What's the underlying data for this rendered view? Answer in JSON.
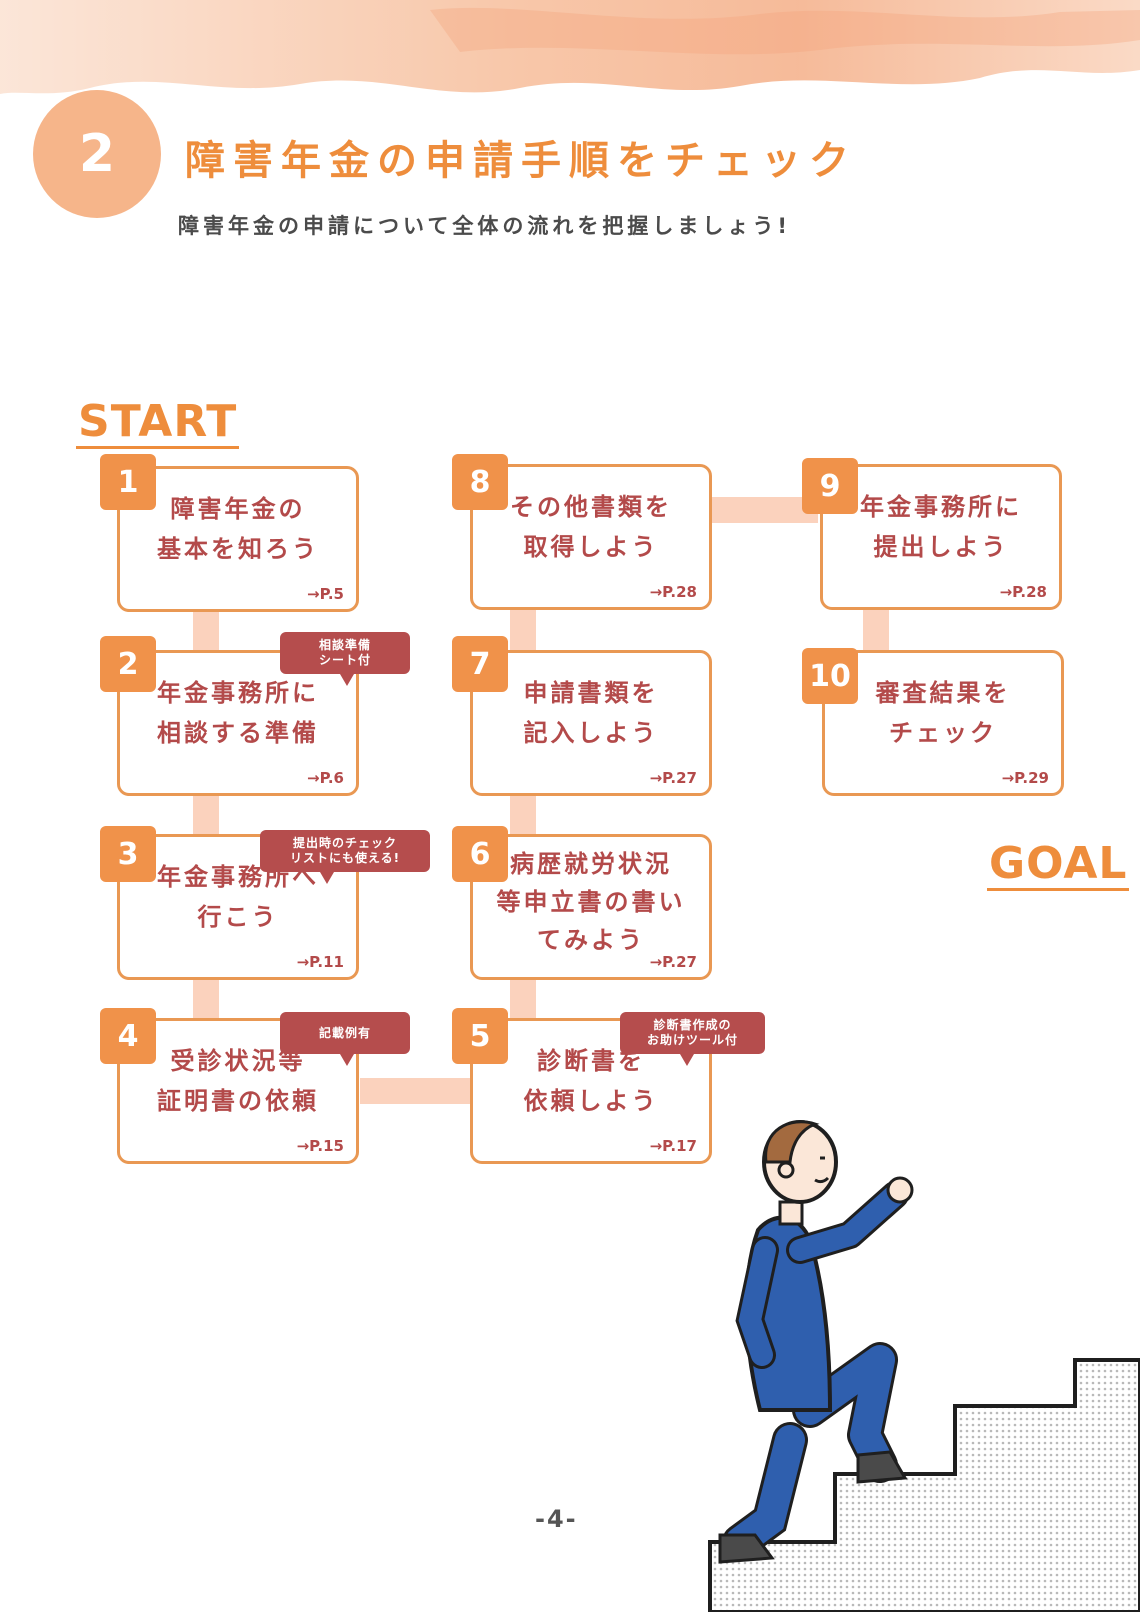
{
  "section": {
    "number": "2",
    "title": "障害年金の申請手順をチェック",
    "subtitle": "障害年金の申請について全体の流れを把握しましょう!"
  },
  "flow": {
    "start_label": "START",
    "goal_label": "GOAL"
  },
  "steps": [
    {
      "number": "1",
      "line1": "障害年金の",
      "line2": "基本を知ろう",
      "page": "→P.5"
    },
    {
      "number": "2",
      "line1": "年金事務所に",
      "line2": "相談する準備",
      "page": "→P.6",
      "tip_line1": "相談準備",
      "tip_line2": "シート付"
    },
    {
      "number": "3",
      "line1": "年金事務所へ",
      "line2": "行こう",
      "page": "→P.11",
      "tip_line1": "提出時のチェック",
      "tip_line2": "リストにも使える!"
    },
    {
      "number": "4",
      "line1": "受診状況等",
      "line2": "証明書の依頼",
      "page": "→P.15",
      "tip_line1": "記載例有"
    },
    {
      "number": "5",
      "line1": "診断書を",
      "line2": "依頼しよう",
      "page": "→P.17",
      "tip_line1": "診断書作成の",
      "tip_line2": "お助けツール付"
    },
    {
      "number": "6",
      "line1": "病歴就労状況",
      "line2": "等申立書の書い",
      "line3": "てみよう",
      "page": "→P.27"
    },
    {
      "number": "7",
      "line1": "申請書類を",
      "line2": "記入しよう",
      "page": "→P.27"
    },
    {
      "number": "8",
      "line1": "その他書類を",
      "line2": "取得しよう",
      "page": "→P.28"
    },
    {
      "number": "9",
      "line1": "年金事務所に",
      "line2": "提出しよう",
      "page": "→P.28"
    },
    {
      "number": "10",
      "line1": "審査結果を",
      "line2": "チェック",
      "page": "→P.29"
    }
  ],
  "footer": {
    "page_number": "-4-"
  },
  "colors": {
    "accent_orange": "#ee8d3c",
    "badge_orange": "#f0924a",
    "card_text_red": "#b34a4a",
    "tip_red": "#b54d4d",
    "connector_peach": "#fbd2bd",
    "suit_blue": "#2f5fae"
  },
  "icons": [
    "person-climbing-stairs-illustration",
    "watercolor-brush-stroke"
  ]
}
